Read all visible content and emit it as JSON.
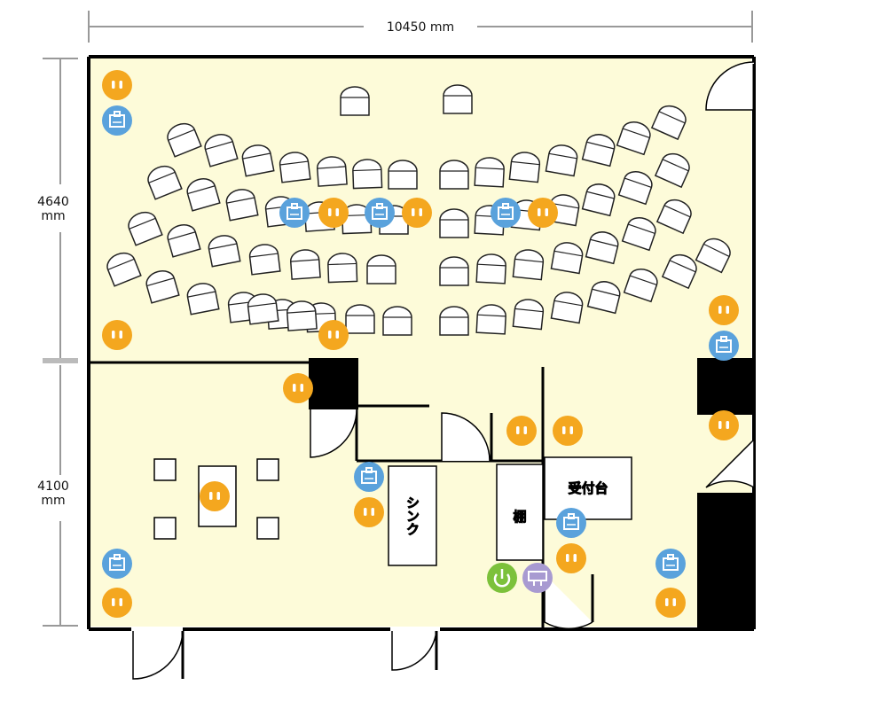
{
  "dimensions": {
    "width": "10450 mm",
    "upper_height": "4640\nmm",
    "lower_height": "4100\nmm"
  },
  "labels": {
    "sink": "シンク",
    "shelf": "棚",
    "reception": "受付台"
  },
  "colors": {
    "floor": "#fdfbd9",
    "wall": "#000000",
    "outlet": "#f4a71f",
    "lan": "#5aa2dc",
    "power": "#7cc13b",
    "projector": "#a89ad1"
  },
  "icons": {
    "outlet": "electric-outlet-icon",
    "lan": "lan-port-icon",
    "power": "power-switch-icon",
    "projector": "projector-icon"
  }
}
